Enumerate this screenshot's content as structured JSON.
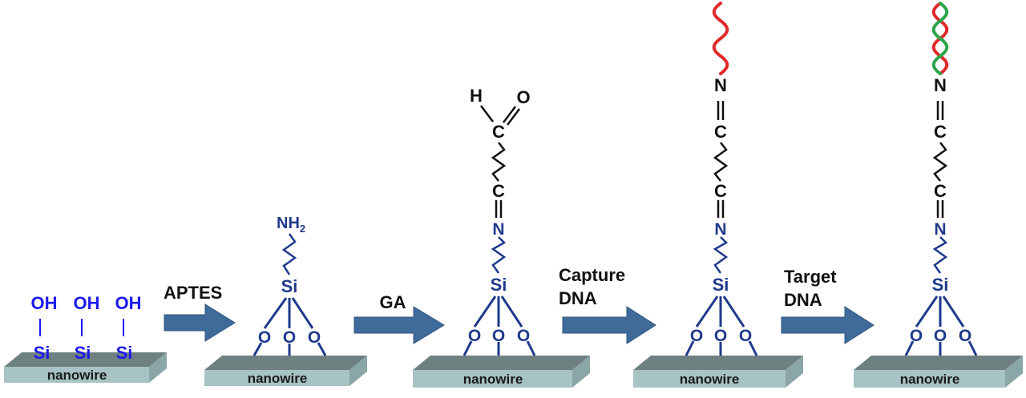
{
  "stages": [
    {
      "substrate": "nanowire",
      "groups": [
        "OH",
        "OH",
        "OH"
      ],
      "atoms": [
        "Si",
        "Si",
        "Si"
      ]
    },
    {
      "substrate": "nanowire",
      "silane_atom": "Si",
      "oxygens": [
        "O",
        "O",
        "O"
      ],
      "terminal": "NH",
      "terminal_sub": "2"
    },
    {
      "substrate": "nanowire",
      "silane_atom": "Si",
      "oxygens": [
        "O",
        "O",
        "O"
      ],
      "imine_n": "N",
      "imine_c": "C",
      "aldehyde_c": "C",
      "aldehyde_h": "H",
      "aldehyde_o": "O"
    },
    {
      "substrate": "nanowire",
      "silane_atom": "Si",
      "oxygens": [
        "O",
        "O",
        "O"
      ],
      "imine_n": "N",
      "imine_c": "C",
      "upper_c": "C",
      "upper_n": "N"
    },
    {
      "substrate": "nanowire",
      "silane_atom": "Si",
      "oxygens": [
        "O",
        "O",
        "O"
      ],
      "imine_n": "N",
      "imine_c": "C",
      "upper_c": "C",
      "upper_n": "N"
    }
  ],
  "steps": [
    {
      "lines": [
        "APTES"
      ]
    },
    {
      "lines": [
        "GA"
      ]
    },
    {
      "lines": [
        "Capture",
        "DNA"
      ]
    },
    {
      "lines": [
        "Target",
        "DNA"
      ]
    }
  ],
  "colors": {
    "hydroxyl": "#1a1aee",
    "silane": "#1f3a8c",
    "organic": "#111111",
    "arrow_fill": "#3f6b9a",
    "slab_top": "#6f8080",
    "slab_front": "#a7c3c3",
    "capture_dna": "#e0282a",
    "target_dna": "#2ca449"
  }
}
